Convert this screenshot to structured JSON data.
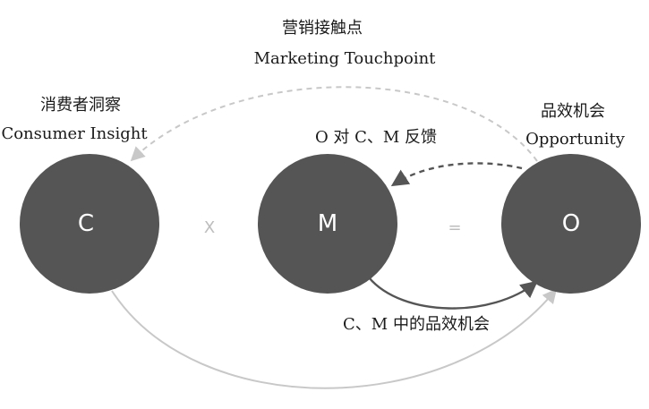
{
  "top_arc": {
    "label_cn": "营销接触点",
    "label_en": "Marketing Touchpoint"
  },
  "nodes": {
    "c": {
      "letter": "C",
      "label_cn": "消费者洞察",
      "label_en": "Consumer Insight"
    },
    "m": {
      "letter": "M",
      "feedback_label": "O 对 C、M 反馈"
    },
    "o": {
      "letter": "O",
      "label_cn": "品效机会",
      "label_en": "Opportunity"
    }
  },
  "operators": {
    "multiply": "X",
    "equals": "="
  },
  "bottom_arc": {
    "label": "C、M 中的品效机会"
  },
  "colors": {
    "circle_fill": "#555555",
    "circle_text": "#ffffff",
    "arrow_dark": "#555555",
    "arrow_light": "#c8c8c8",
    "operator": "#bdbdbd",
    "text": "#1a1a1a"
  }
}
